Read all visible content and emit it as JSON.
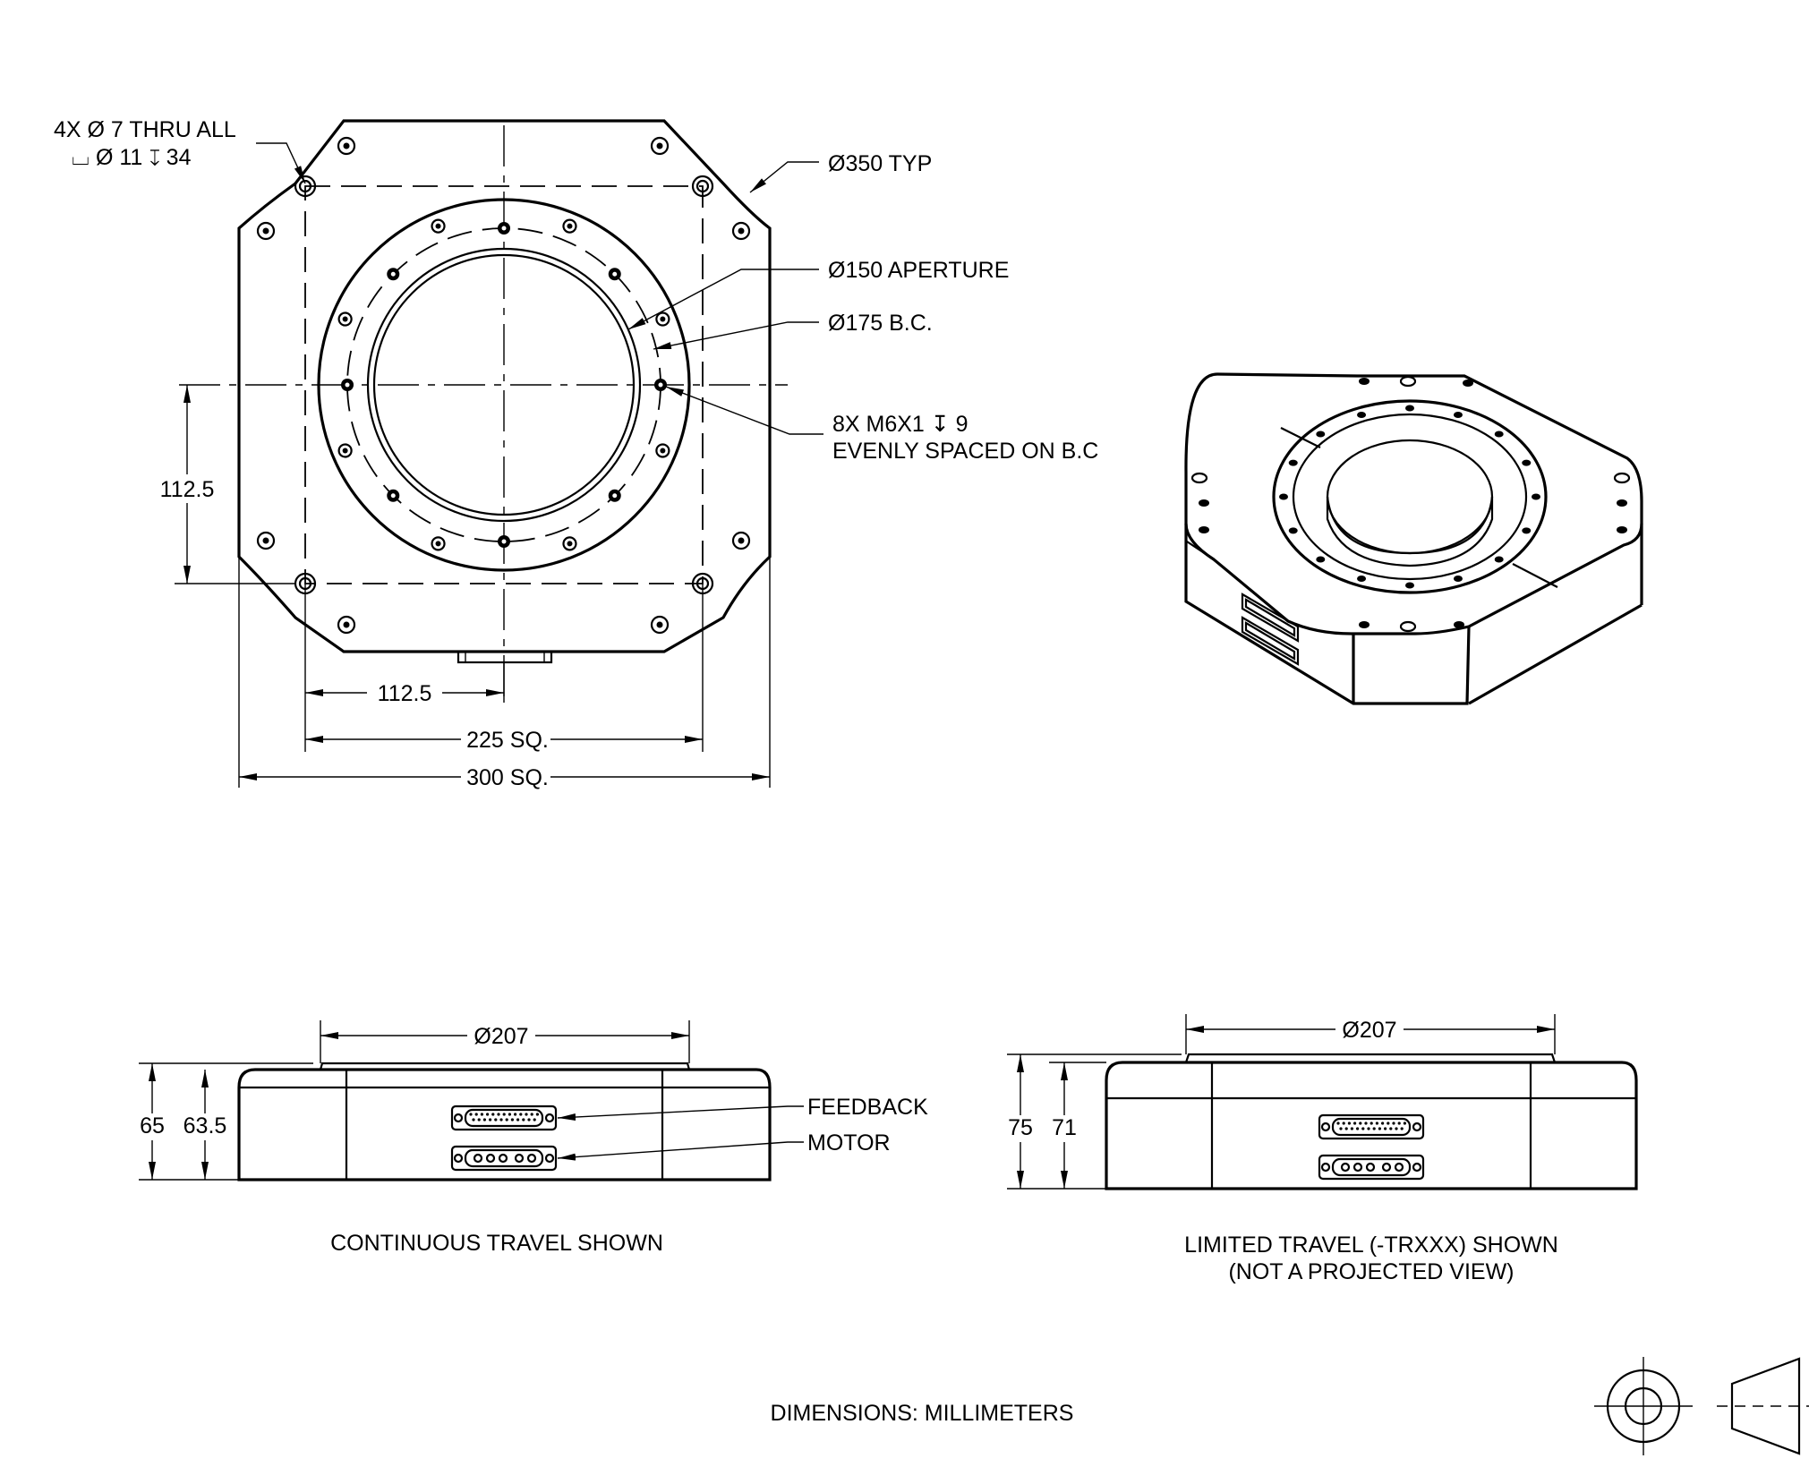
{
  "callouts": {
    "thru_holes_line1": "4X Ø 7 THRU ALL",
    "thru_holes_line2": "⌴ Ø 11 ↧ 34",
    "dia_350": "Ø350 TYP",
    "aperture": "Ø150 APERTURE",
    "bolt_circle": "Ø175 B.C.",
    "tapped_holes_line1": "8X M6X1 ↧ 9",
    "tapped_holes_line2": "EVENLY SPACED ON B.C"
  },
  "top_view_dims": {
    "vertical_offset": "112.5",
    "horizontal_offset": "112.5",
    "hole_pattern": "225 SQ.",
    "overall": "300 SQ."
  },
  "continuous_view": {
    "diameter": "Ø207",
    "height_total": "65",
    "height_body": "63.5",
    "feedback_label": "FEEDBACK",
    "motor_label": "MOTOR",
    "caption": "CONTINUOUS TRAVEL SHOWN"
  },
  "limited_view": {
    "diameter": "Ø207",
    "height_total": "75",
    "height_body": "71",
    "caption_line1": "LIMITED TRAVEL (-TRXXX) SHOWN",
    "caption_line2": "(NOT A PROJECTED VIEW)"
  },
  "units_note": "DIMENSIONS:  MILLIMETERS",
  "projection_symbol": "third-angle-projection-icon"
}
